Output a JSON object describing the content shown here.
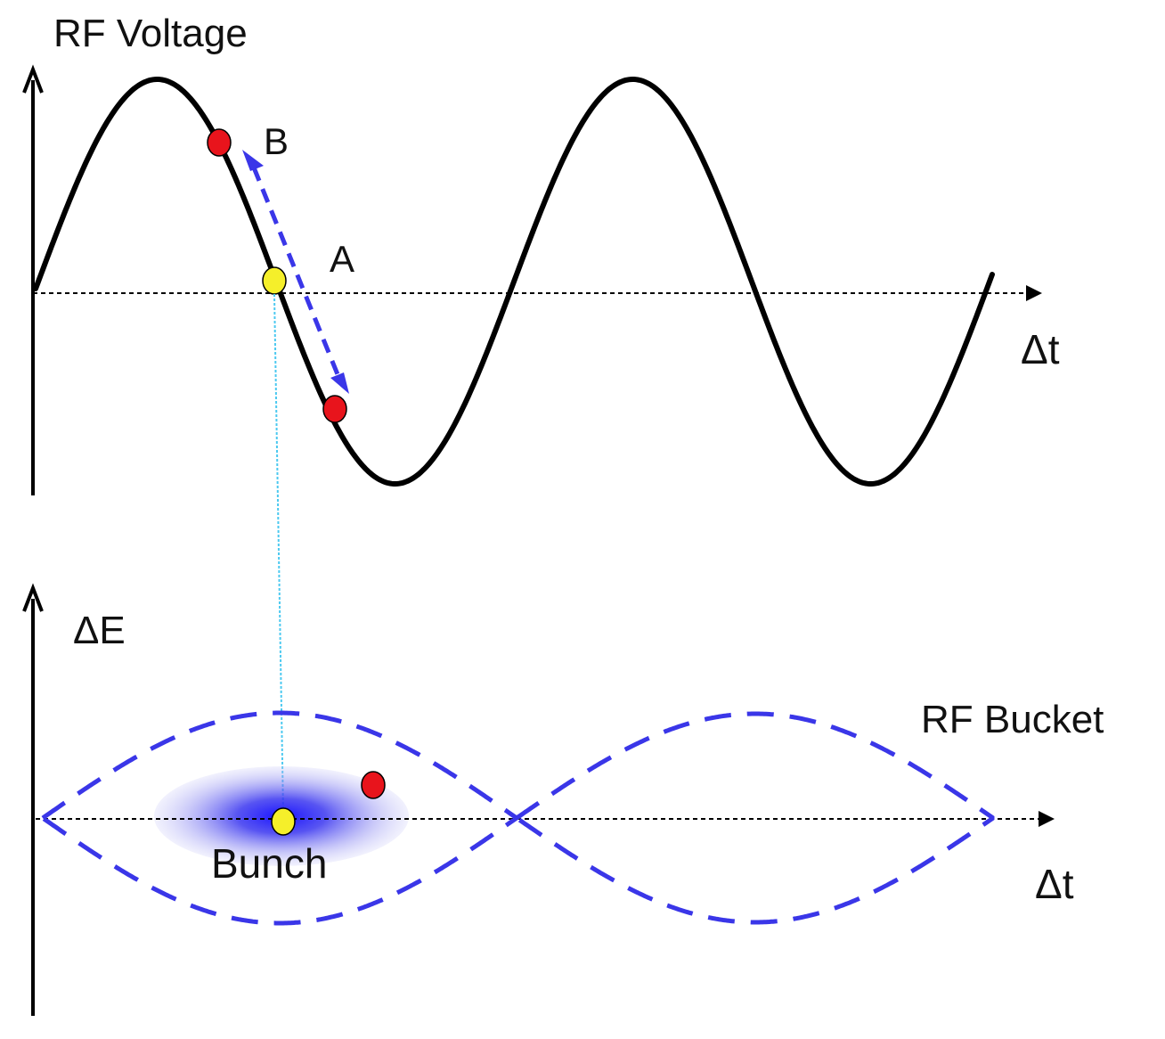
{
  "top_panel": {
    "y_axis_label": "RF Voltage",
    "x_axis_label": "Δt",
    "point_b_label": "B",
    "point_a_label": "A"
  },
  "bottom_panel": {
    "y_axis_label": "ΔE",
    "x_axis_label": "Δt",
    "bucket_label": "RF Bucket",
    "bunch_label": "Bunch"
  },
  "colors": {
    "curve": "#000000",
    "bucket": "#3a36e8",
    "particle_red": "#e8141c",
    "particle_yellow": "#f5ef2a",
    "guide_line": "#4cc9f0"
  }
}
